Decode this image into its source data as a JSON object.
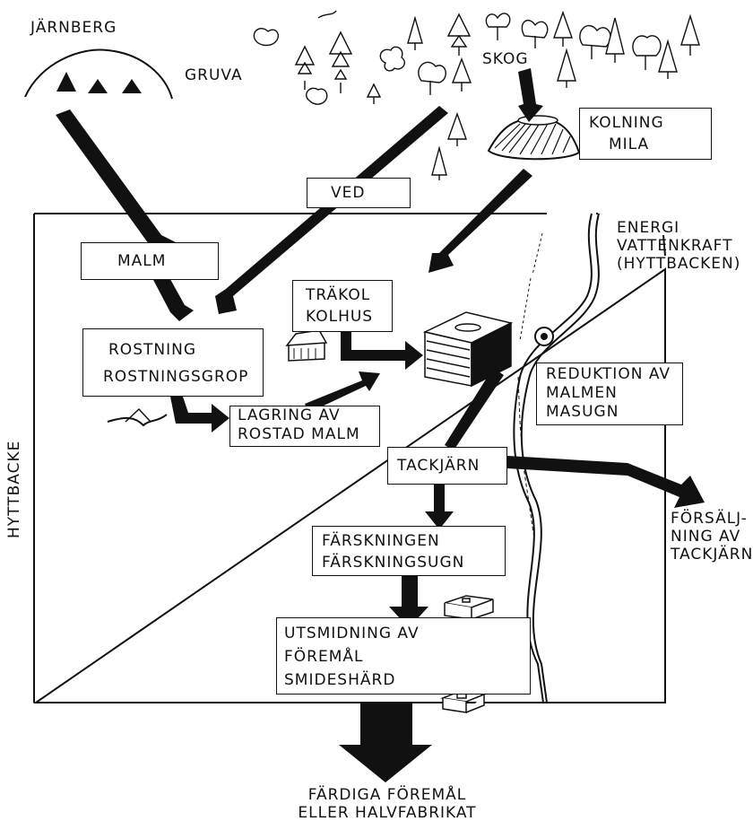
{
  "labels": {
    "jarnberg": "JÄRNBERG",
    "gruva": "GRUVA",
    "skog": "SKOG",
    "hyttbacke": "HYTTBACKE",
    "energi": [
      "ENERGI",
      "VATTENKRAFT",
      "(HYTTBACKEN)"
    ],
    "forsaljning": [
      "FÖRSÄLJ-",
      "NING AV",
      "TACKJÄRN"
    ],
    "output": [
      "FÄRDIGA  FÖREMÅL",
      "ELLER  HALVFABRIKAT"
    ]
  },
  "boxes": {
    "kolning": [
      "KOLNING",
      "MILA"
    ],
    "ved": [
      "VED"
    ],
    "malm": [
      "MALM"
    ],
    "trakol": [
      "TRÄKOL",
      "KOLHUS"
    ],
    "rostning": [
      "ROSTNING",
      "ROSTNINGSGROP"
    ],
    "lagring": [
      "LAGRING AV",
      "ROSTAD MALM"
    ],
    "reduktion": [
      "REDUKTION AV",
      "MALMEN",
      "MASUGN"
    ],
    "tackjarn": [
      "TACKJÄRN"
    ],
    "farskning": [
      "FÄRSKNINGEN",
      "FÄRSKNINGSUGN"
    ],
    "utsmidning": [
      "UTSMIDNING AV",
      "FÖREMÅL",
      "SMIDESHÄRD"
    ]
  }
}
